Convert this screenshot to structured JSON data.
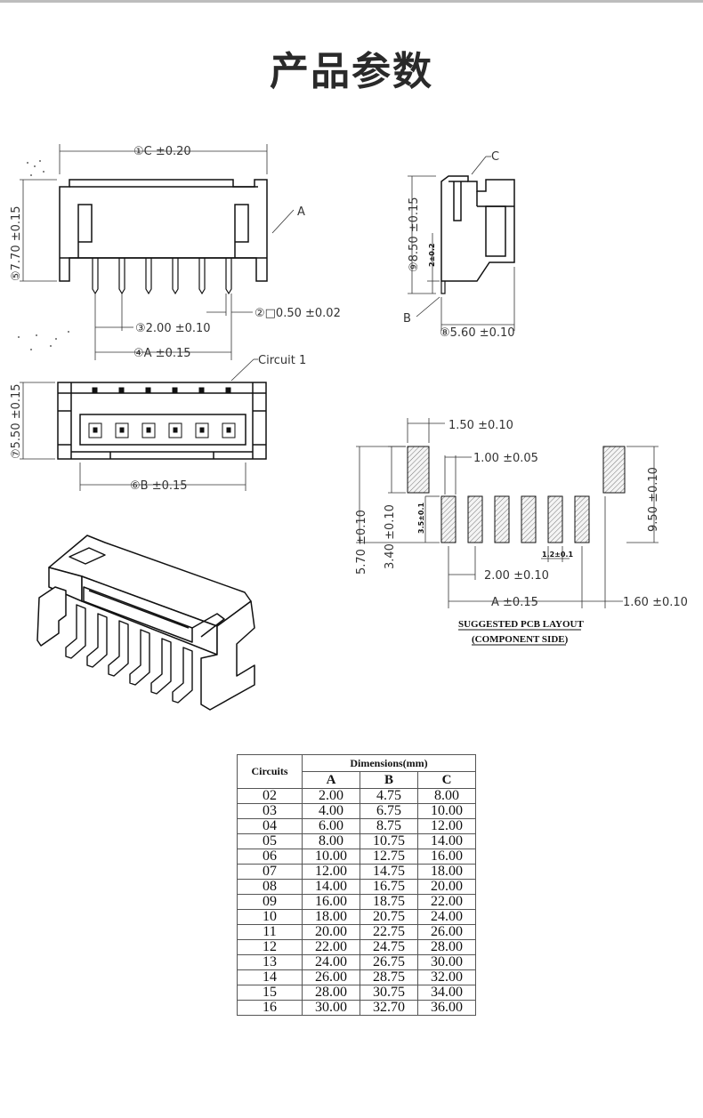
{
  "page": {
    "title": "产品参数"
  },
  "front_view": {
    "dim_c": "①C ±0.20",
    "dim_height": "⑤7.70 ±0.15",
    "label_a": "A",
    "dim_pin_width": "②□0.50 ±0.02",
    "dim_pitch": "③2.00 ±0.10",
    "dim_a": "④A ±0.15"
  },
  "side_view": {
    "label_c": "C",
    "label_b": "B",
    "dim_height": "⑨8.50 ±0.15",
    "dim_lead": "2±0.2",
    "dim_depth": "⑧5.60 ±0.10"
  },
  "top_view": {
    "label_circuit": "Circuit 1",
    "dim_height": "⑦5.50 ±0.15",
    "dim_b": "⑥B ±0.15"
  },
  "pcb_layout": {
    "dim_pad_w": "1.50 ±0.10",
    "dim_hole_w": "1.00 ±0.05",
    "dim_total_h": "5.70 ±0.10",
    "dim_pad_h": "3.40 ±0.10",
    "dim_pad_small": "3.5±0.1",
    "dim_slot": "1.2±0.1",
    "dim_side_h": "9.50 ±0.10",
    "dim_pitch": "2.00 ±0.10",
    "dim_a": "A ±0.15",
    "dim_edge": "1.60 ±0.10",
    "caption_line1": "SUGGESTED PCB LAYOUT",
    "caption_line2": "(COMPONENT SIDE)"
  },
  "table": {
    "header_circuits": "Circuits",
    "header_dimensions": "Dimensions(mm)",
    "col_a": "A",
    "col_b": "B",
    "col_c": "C",
    "rows": [
      {
        "circuits": "02",
        "a": "2.00",
        "b": "4.75",
        "c": "8.00"
      },
      {
        "circuits": "03",
        "a": "4.00",
        "b": "6.75",
        "c": "10.00"
      },
      {
        "circuits": "04",
        "a": "6.00",
        "b": "8.75",
        "c": "12.00"
      },
      {
        "circuits": "05",
        "a": "8.00",
        "b": "10.75",
        "c": "14.00"
      },
      {
        "circuits": "06",
        "a": "10.00",
        "b": "12.75",
        "c": "16.00"
      },
      {
        "circuits": "07",
        "a": "12.00",
        "b": "14.75",
        "c": "18.00"
      },
      {
        "circuits": "08",
        "a": "14.00",
        "b": "16.75",
        "c": "20.00"
      },
      {
        "circuits": "09",
        "a": "16.00",
        "b": "18.75",
        "c": "22.00"
      },
      {
        "circuits": "10",
        "a": "18.00",
        "b": "20.75",
        "c": "24.00"
      },
      {
        "circuits": "11",
        "a": "20.00",
        "b": "22.75",
        "c": "26.00"
      },
      {
        "circuits": "12",
        "a": "22.00",
        "b": "24.75",
        "c": "28.00"
      },
      {
        "circuits": "13",
        "a": "24.00",
        "b": "26.75",
        "c": "30.00"
      },
      {
        "circuits": "14",
        "a": "26.00",
        "b": "28.75",
        "c": "32.00"
      },
      {
        "circuits": "15",
        "a": "28.00",
        "b": "30.75",
        "c": "34.00"
      },
      {
        "circuits": "16",
        "a": "30.00",
        "b": "32.70",
        "c": "36.00"
      }
    ]
  }
}
